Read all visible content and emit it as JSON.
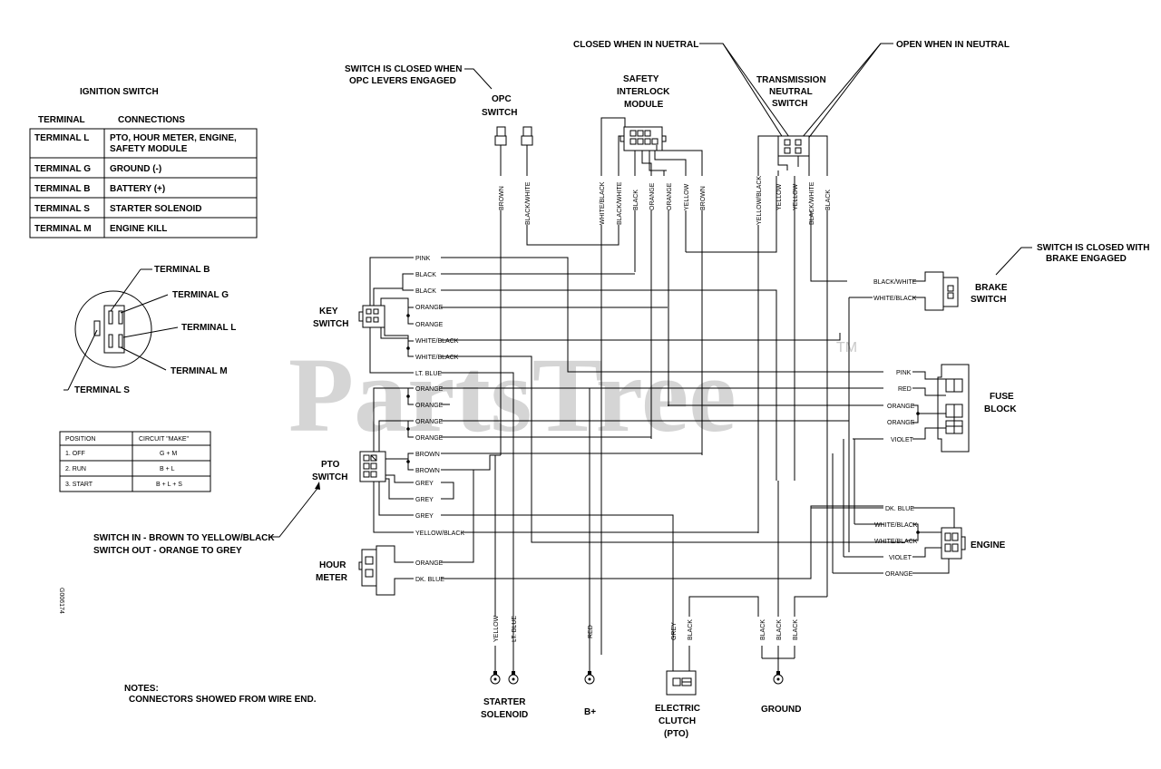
{
  "ignition_switch": {
    "title": "IGNITION SWITCH",
    "col_terminal": "TERMINAL",
    "col_connections": "CONNECTIONS",
    "rows": [
      {
        "terminal": "TERMINAL  L",
        "connection": "PTO, HOUR METER, ENGINE,",
        "connection2": "SAFETY MODULE"
      },
      {
        "terminal": "TERMINAL  G",
        "connection": "GROUND (-)",
        "connection2": ""
      },
      {
        "terminal": "TERMINAL  B",
        "connection": "BATTERY (+)",
        "connection2": ""
      },
      {
        "terminal": "TERMINAL  S",
        "connection": "STARTER SOLENOID",
        "connection2": ""
      },
      {
        "terminal": "TERMINAL  M",
        "connection": "ENGINE KILL",
        "connection2": ""
      }
    ]
  },
  "terminal_labels": {
    "b": "TERMINAL B",
    "g": "TERMINAL G",
    "l": "TERMINAL L",
    "m": "TERMINAL M",
    "s": "TERMINAL S"
  },
  "position_table": {
    "col_position": "POSITION",
    "col_circuit": "CIRCUIT \"MAKE\"",
    "rows": [
      {
        "position": "1. OFF",
        "circuit": "G + M"
      },
      {
        "position": "2. RUN",
        "circuit": "B + L"
      },
      {
        "position": "3. START",
        "circuit": "B + L + S"
      }
    ]
  },
  "components": {
    "opc_note1": "SWITCH IS CLOSED WHEN",
    "opc_note2": "OPC LEVERS ENGAGED",
    "opc1": "OPC",
    "opc2": "SWITCH",
    "safety1": "SAFETY",
    "safety2": "INTERLOCK",
    "safety3": "MODULE",
    "closed_neutral": "CLOSED WHEN IN NUETRAL",
    "open_neutral": "OPEN WHEN IN NEUTRAL",
    "trans1": "TRANSMISSION",
    "trans2": "NEUTRAL",
    "trans3": "SWITCH",
    "brake_note1": "SWITCH IS CLOSED WITH",
    "brake_note2": "BRAKE ENGAGED",
    "brake1": "BRAKE",
    "brake2": "SWITCH",
    "key1": "KEY",
    "key2": "SWITCH",
    "fuse1": "FUSE",
    "fuse2": "BLOCK",
    "pto1": "PTO",
    "pto2": "SWITCH",
    "pto_note1": "SWITCH IN - BROWN TO YELLOW/BLACK",
    "pto_note2": "SWITCH OUT - ORANGE TO GREY",
    "hour1": "HOUR",
    "hour2": "METER",
    "engine": "ENGINE",
    "starter1": "STARTER",
    "starter2": "SOLENOID",
    "bplus": "B+",
    "clutch1": "ELECTRIC",
    "clutch2": "CLUTCH",
    "clutch3": "(PTO)",
    "ground": "GROUND",
    "notes1": "NOTES:",
    "notes2": "CONNECTORS SHOWED FROM WIRE END.",
    "drawing_id": "G006174",
    "watermark": "PartsTree",
    "watermark_tm": "TM"
  },
  "wires": {
    "key": [
      "PINK",
      "BLACK",
      "BLACK",
      "ORANGE",
      "ORANGE",
      "WHITE/BLACK",
      "WHITE/BLACK",
      "LT. BLUE"
    ],
    "pto": [
      "ORANGE",
      "ORANGE",
      "ORANGE",
      "ORANGE",
      "BROWN",
      "BROWN",
      "GREY",
      "GREY",
      "GREY",
      "YELLOW/BLACK"
    ],
    "hour": [
      "ORANGE",
      "DK. BLUE"
    ],
    "opc": [
      "BROWN",
      "BLACK/WHITE"
    ],
    "safety": [
      "WHITE/BLACK",
      "BLACK/WHITE",
      "BLACK",
      "ORANGE",
      "ORANGE",
      "YELLOW",
      "BROWN"
    ],
    "trans": [
      "YELLOW/BLACK",
      "YELLOW",
      "YELLOW",
      "BLACK/WHITE",
      "BLACK"
    ],
    "brake": [
      "BLACK/WHITE",
      "WHITE/BLACK"
    ],
    "fuse": [
      "PINK",
      "RED",
      "ORANGE",
      "ORANGE",
      "VIOLET"
    ],
    "engine": [
      "DK. BLUE",
      "WHITE/BLACK",
      "WHITE/BLACK",
      "VIOLET",
      "ORANGE"
    ],
    "bottom": [
      "YELLOW",
      "LT. BLUE",
      "RED",
      "GREY",
      "BLACK",
      "BLACK",
      "BLACK",
      "BLACK"
    ]
  }
}
